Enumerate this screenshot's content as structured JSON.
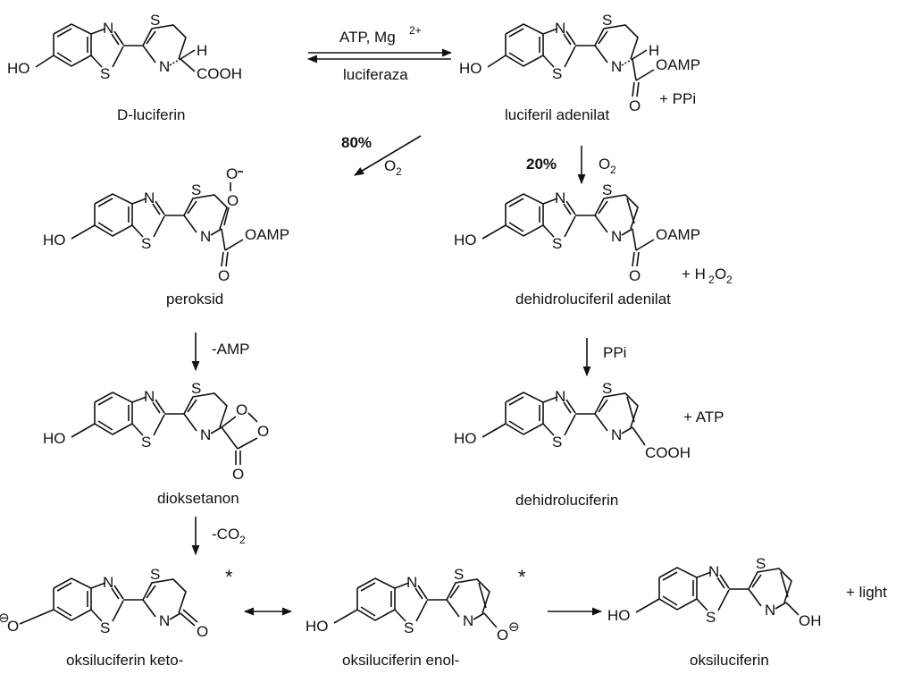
{
  "top_reaction": {
    "conditions_above": "ATP, Mg",
    "conditions_superscript": "2+",
    "conditions_below": "luciferaza"
  },
  "compounds": {
    "luciferin": "D-luciferin",
    "adenylate": "luciferil adenilat",
    "peroxide": "peroksid",
    "dehydro_adenylate": "dehidroluciferil adenilat",
    "dioxetanone": "dioksetanon",
    "dehydroluciferin": "dehidroluciferin",
    "oxy_keto": "oksiluciferin keto-",
    "oxy_enol": "oksiluciferin enol-",
    "oxyluciferin": "oksiluciferin"
  },
  "branches": {
    "left_percent": "80%",
    "right_percent": "20%",
    "o2": "O",
    "o2_sub": "2"
  },
  "steps": {
    "minus_amp": "-AMP",
    "minus_co2": "-CO",
    "minus_co2_sub": "2",
    "ppi": "PPi"
  },
  "side_products": {
    "ppi": "+ PPi",
    "h2o2_prefix": "+ H",
    "h2o2_sub1": "2",
    "h2o2_mid": "O",
    "h2o2_sub2": "2",
    "atp": "+ ATP",
    "light": "+ light"
  },
  "atoms": {
    "N": "N",
    "S": "S",
    "O": "O",
    "H": "H",
    "HO": "HO",
    "COOH": "COOH",
    "OAMP": "OAMP",
    "OH": "OH",
    "anion": "⊖",
    "excited": "*"
  },
  "colors": {
    "ink": "#111111",
    "background": "#ffffff"
  }
}
